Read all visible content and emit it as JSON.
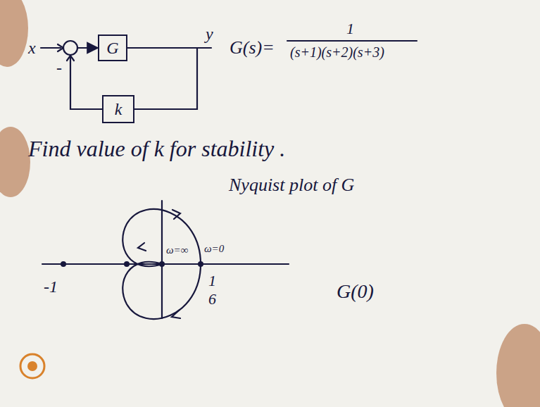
{
  "diagram": {
    "nodes": [
      {
        "text": [
          "G"
        ]
      },
      {
        "text": [
          "k"
        ]
      }
    ],
    "edges": [
      {
        "from": 0,
        "to": 1,
        "arrow": "none"
      },
      {
        "from": 1,
        "to": 0,
        "arrow": "to"
      }
    ],
    "labels": [
      "x",
      "-",
      "y",
      "G(s)=",
      "1",
      "(s+1)(s+2)(s+3)",
      "Find value of k for stability .",
      "Nyquist plot of G",
      "-1",
      "ω=∞",
      "ω=0",
      "1",
      "6",
      "G(0)"
    ]
  }
}
